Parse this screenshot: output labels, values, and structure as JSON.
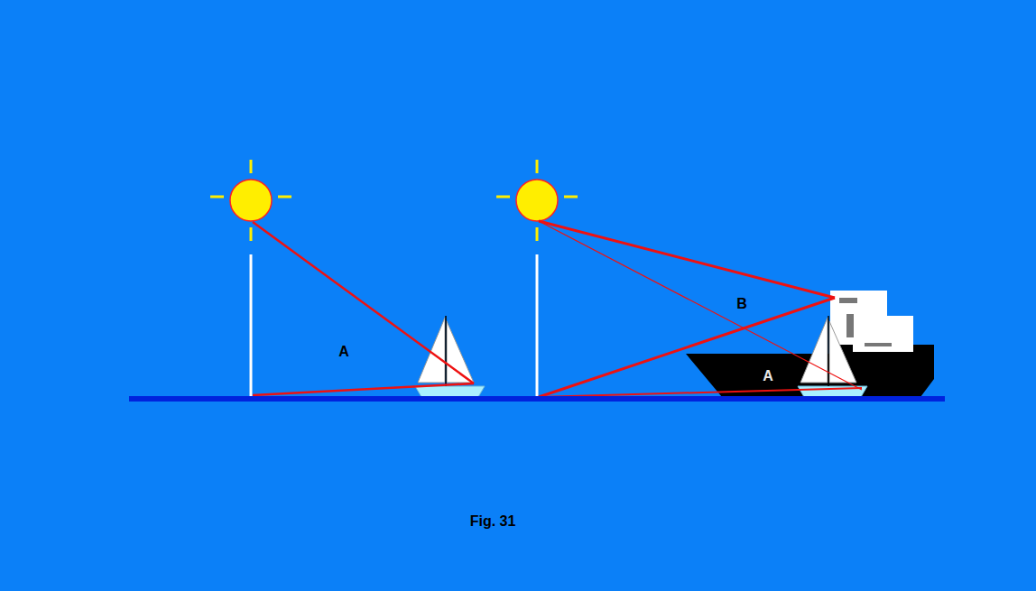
{
  "diagram": {
    "caption": "Fig. 31",
    "labels": [
      "A",
      "B",
      "A"
    ]
  }
}
